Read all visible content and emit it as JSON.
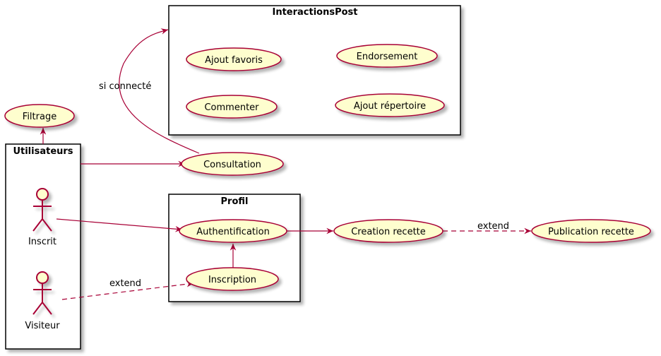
{
  "colors": {
    "line": "#A80036",
    "usecase_fill": "#FEFECE",
    "package_border": "#000000",
    "shadow": "#D0D0D0"
  },
  "packages": {
    "interactions": "InteractionsPost",
    "profil": "Profil",
    "utilisateurs": "Utilisateurs"
  },
  "usecases": {
    "ajout_favoris": "Ajout favoris",
    "endorsement": "Endorsement",
    "commenter": "Commenter",
    "ajout_repertoire": "Ajout répertoire",
    "filtrage": "Filtrage",
    "consultation": "Consultation",
    "authentification": "Authentification",
    "inscription": "Inscription",
    "creation_recette": "Creation recette",
    "publication_recette": "Publication recette"
  },
  "actors": {
    "inscrit": "Inscrit",
    "visiteur": "Visiteur"
  },
  "edge_labels": {
    "si_connecte": "si connecté",
    "extend_publication": "extend",
    "extend_visiteur": "extend"
  }
}
